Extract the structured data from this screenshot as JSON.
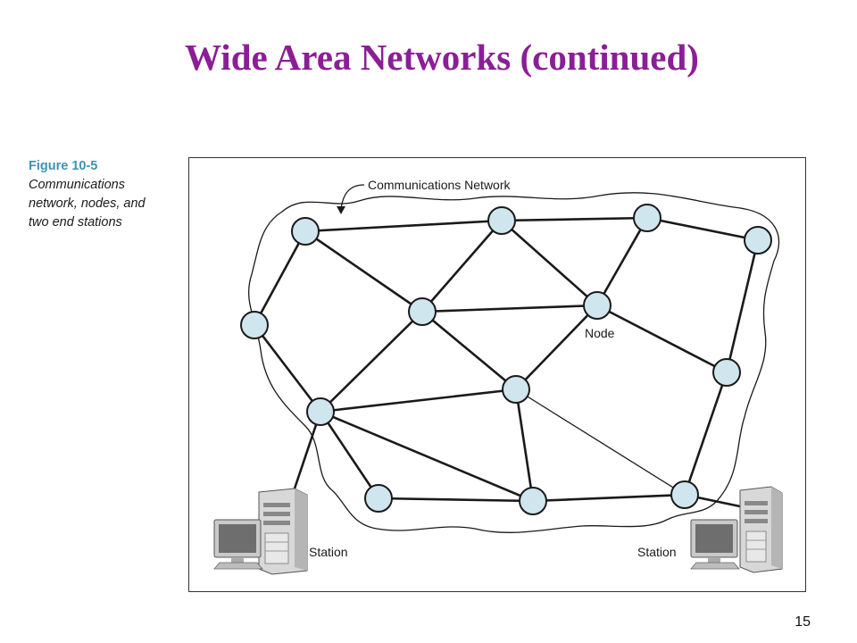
{
  "slide": {
    "title": "Wide Area Networks (continued)",
    "page_number": "15"
  },
  "caption": {
    "figure_number": "Figure 10-5",
    "lines": [
      "Communications",
      "network, nodes, and",
      "two end stations"
    ]
  },
  "diagram": {
    "network_label": "Communications Network",
    "node_label": "Node",
    "station_left_label": "Station",
    "station_right_label": "Station",
    "colors": {
      "node_fill": "#cfe6ee",
      "stroke": "#1a1a1a",
      "title": "#8b1e96",
      "caption_accent": "#3b93b6"
    },
    "icons": [
      "computer-monitor-icon",
      "server-tower-icon"
    ]
  }
}
